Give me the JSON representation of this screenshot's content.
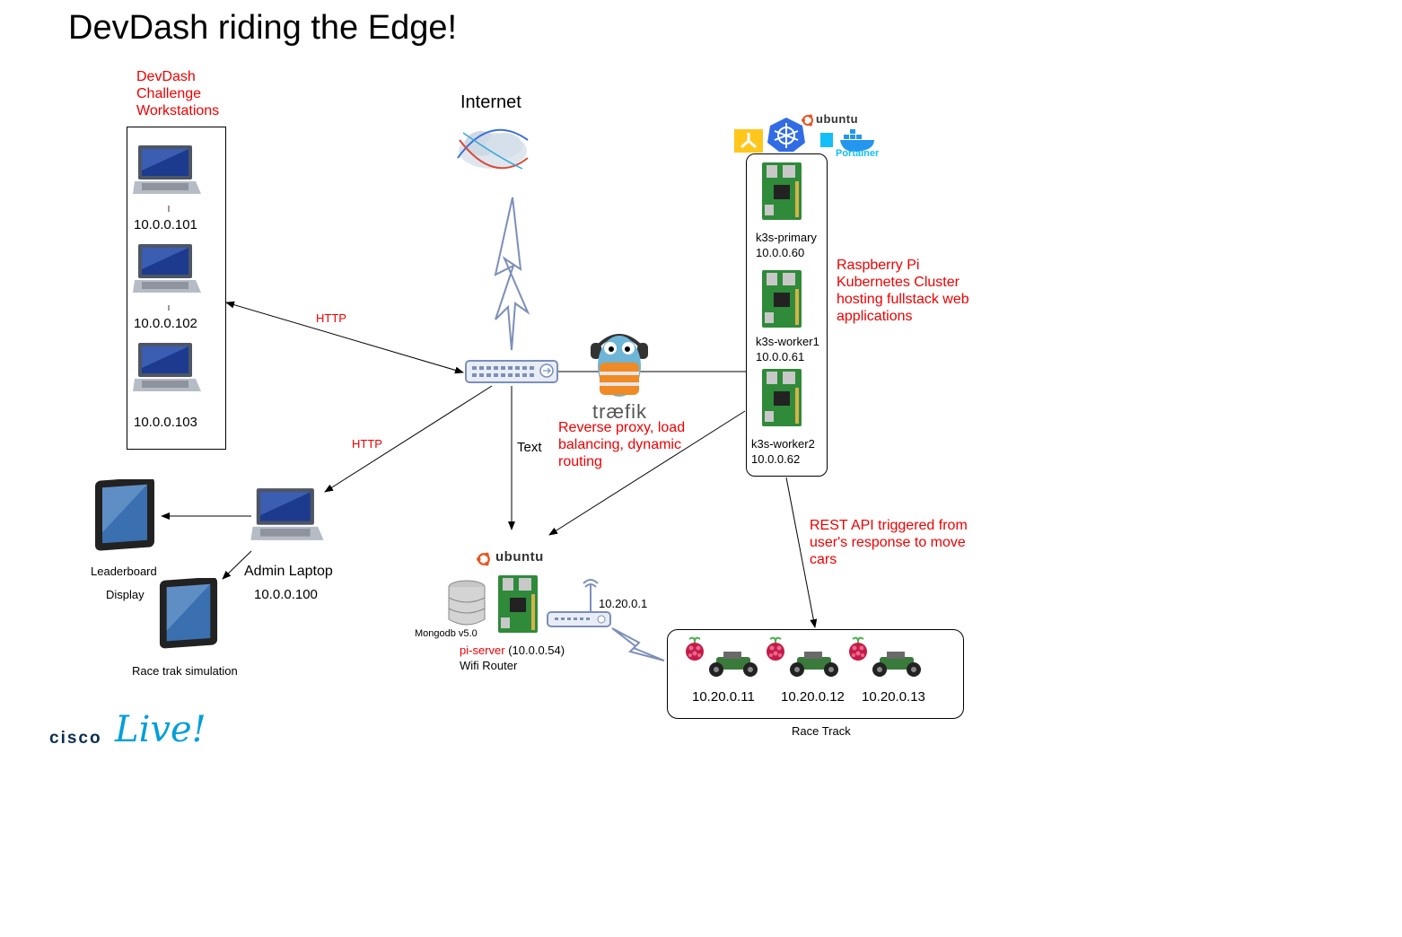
{
  "title": "DevDash riding the Edge!",
  "internet_label": "Internet",
  "workstations": {
    "heading": [
      "DevDash",
      "Challenge",
      "Workstations"
    ],
    "ips": [
      "10.0.0.101",
      "10.0.0.102",
      "10.0.0.103"
    ]
  },
  "links": {
    "http_workstations": "HTTP",
    "http_admin": "HTTP",
    "text_server": "Text"
  },
  "traefik": {
    "wordmark": "træfik",
    "description": "Reverse proxy, load balancing, dynamic routing"
  },
  "cluster": {
    "logos": [
      "ubuntu-logo",
      "kubernetes-logo",
      "k3s-logo",
      "docker-logo",
      "portainer-logo"
    ],
    "ubuntu_text": "ubuntu",
    "portainer_text": "Portainer",
    "nodes": [
      {
        "name": "k3s-primary",
        "ip": "10.0.0.60"
      },
      {
        "name": "k3s-worker1",
        "ip": "10.0.0.61"
      },
      {
        "name": "k3s-worker2",
        "ip": "10.0.0.62"
      }
    ],
    "description": "Raspberry Pi Kubernetes Cluster hosting fullstack web applications"
  },
  "rest_api_note": "REST API triggered from user's response to move cars",
  "admin": {
    "leaderboard_line1": "Leaderboard",
    "leaderboard_line2": "Display",
    "laptop_label": "Admin Laptop",
    "laptop_ip": "10.0.0.100",
    "race_sim": "Race trak simulation"
  },
  "server": {
    "ubuntu_text": "ubuntu",
    "mongo": "Mongodb v5.0",
    "name": "pi-server",
    "ip": "(10.0.0.54)",
    "router_label": "Wifi Router",
    "router_ip": "10.20.0.1"
  },
  "race_track": {
    "cars": [
      "10.20.0.11",
      "10.20.0.12",
      "10.20.0.13"
    ],
    "label": "Race Track"
  },
  "branding": {
    "cisco": "cisco",
    "live": "Live!"
  },
  "colors": {
    "annotation": "#ee0000",
    "connector": "#000000",
    "ubuntu": "#e95420",
    "kubernetes": "#326ce5",
    "docker": "#2496ed",
    "k3s": "#ffc61c",
    "cisco_blue": "#049fd9"
  }
}
